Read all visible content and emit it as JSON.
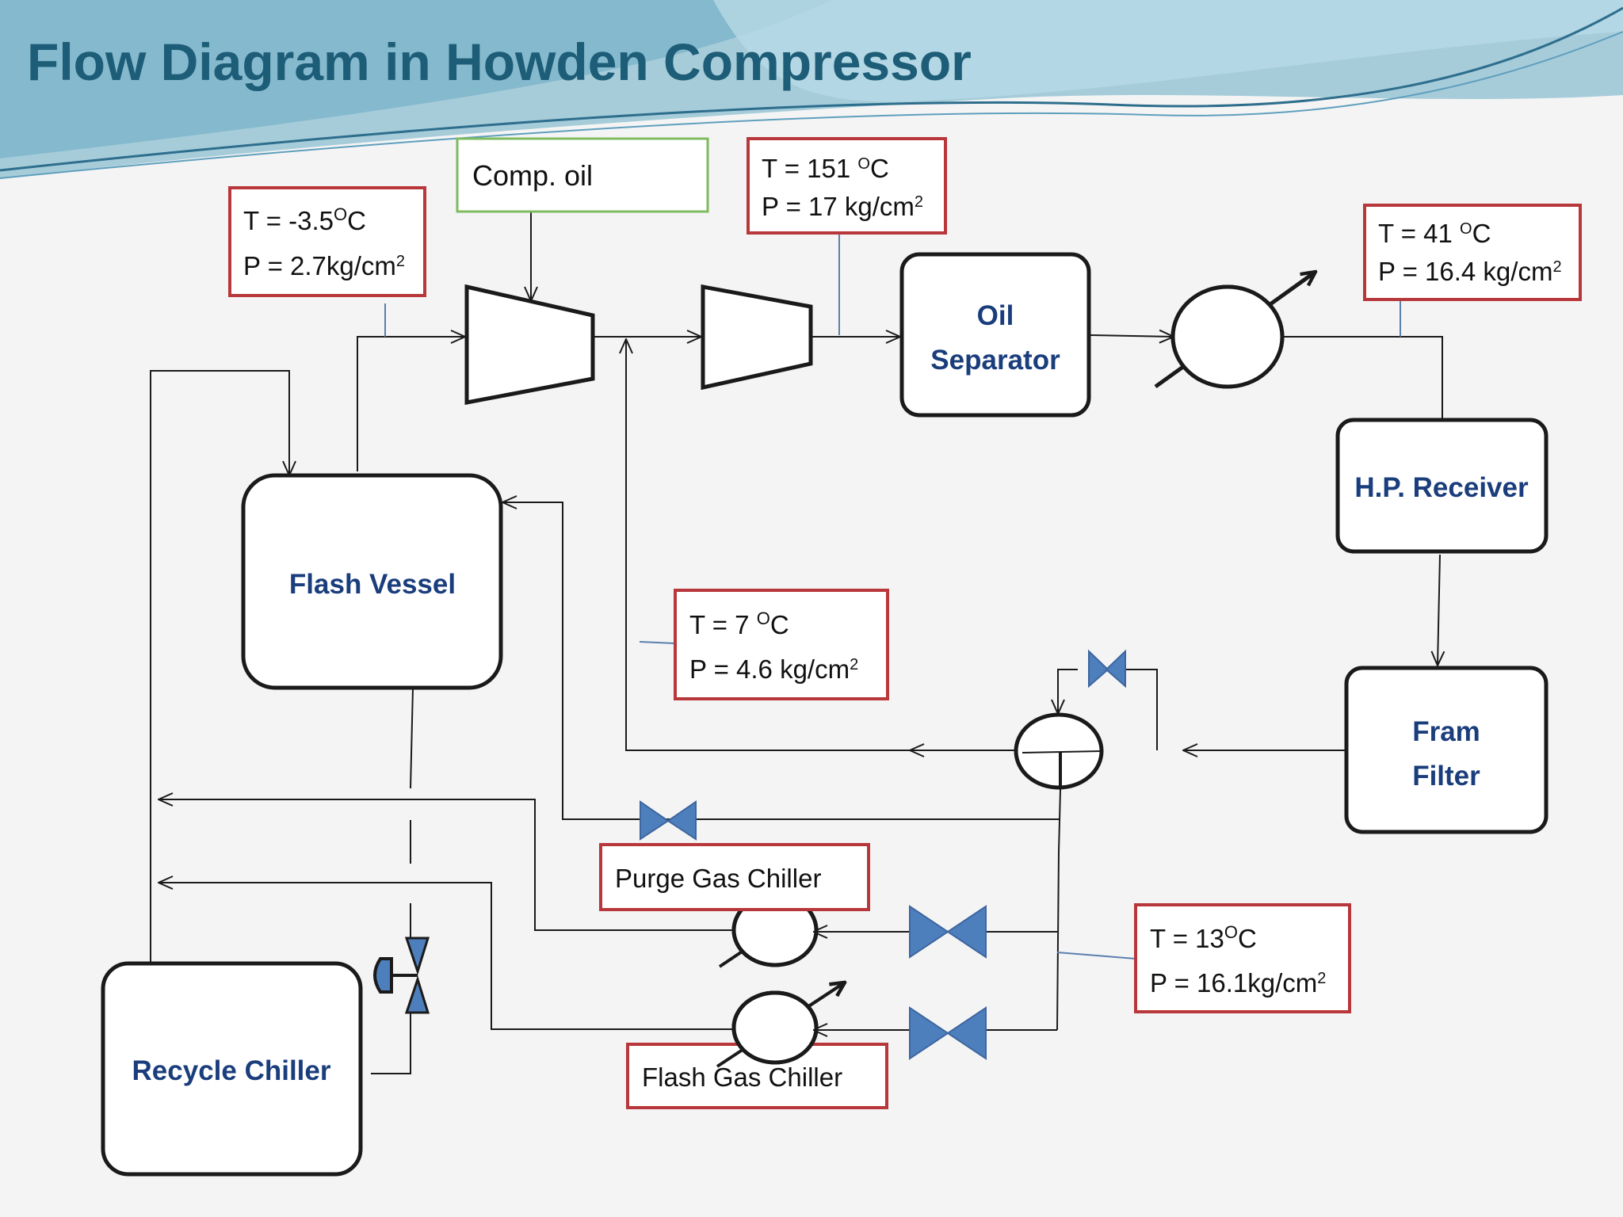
{
  "title": "Flow Diagram in Howden Compressor",
  "colors": {
    "title": "#1d5d77",
    "equipment_text": "#1a3d7c",
    "condition_box_border": "#b8373a",
    "oil_box_border": "#7dbb5e",
    "valve_fill": "#4e7fbd",
    "line": "#1a1a1a"
  },
  "equipment": {
    "flash_vessel": "Flash Vessel",
    "oil_separator_line1": "Oil",
    "oil_separator_line2": "Separator",
    "hp_receiver": "H.P. Receiver",
    "fram_filter_line1": "Fram",
    "fram_filter_line2": "Filter",
    "recycle_chiller": "Recycle Chiller",
    "purge_gas_chiller": "Purge Gas Chiller",
    "flash_gas_chiller": "Flash Gas Chiller"
  },
  "feeds": {
    "comp_oil": "Comp. oil"
  },
  "conditions": {
    "suction": {
      "t": "T = -3.5",
      "t_unit": "O",
      "t_suffix": "C",
      "p": "P = 2.7kg/cm",
      "p_exp": "2"
    },
    "discharge": {
      "t": "T = 151 ",
      "t_unit": "O",
      "t_suffix": "C",
      "p": "P = 17 kg/cm",
      "p_exp": "2"
    },
    "condenser_out": {
      "t": "T = 41 ",
      "t_unit": "O",
      "t_suffix": "C",
      "p": "P = 16.4 kg/cm",
      "p_exp": "2"
    },
    "interstage": {
      "t": "T = 7  ",
      "t_unit": "O",
      "t_suffix": "C",
      "p": "P = 4.6 kg/cm",
      "p_exp": "2"
    },
    "liquid_line": {
      "t": "T = 13",
      "t_unit": "O",
      "t_suffix": "C",
      "p": "P = 16.1kg/cm",
      "p_exp": "2"
    }
  }
}
